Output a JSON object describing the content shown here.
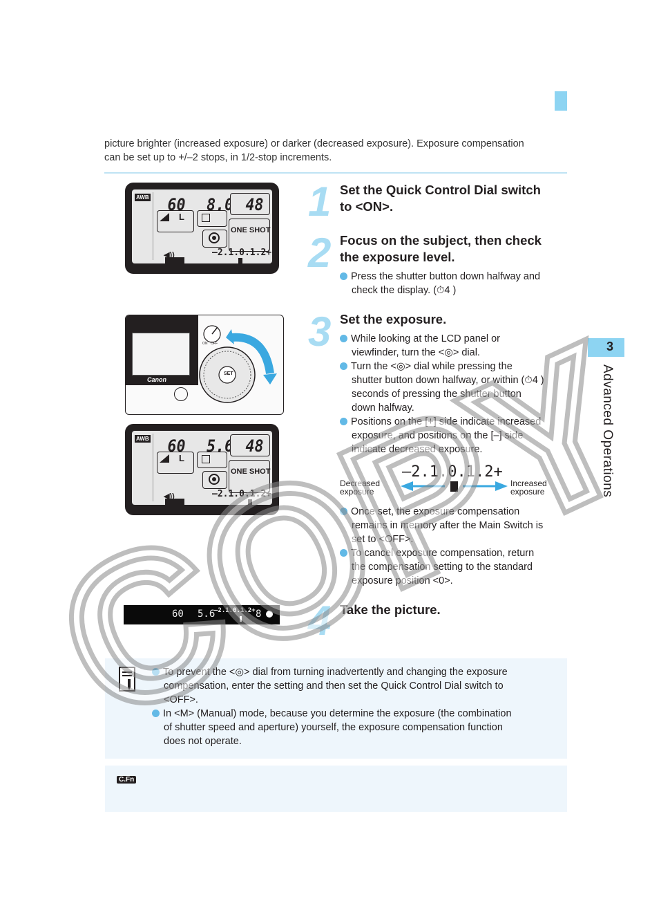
{
  "intro": {
    "line1": "picture brighter (increased exposure) or darker (decreased exposure). Exposure compensation",
    "line2": "can be set up to +/–2 stops, in 1/2-stop increments."
  },
  "steps": [
    {
      "num": "1",
      "title_l1": "Set the Quick Control Dial switch",
      "title_l2": "to <ON>."
    },
    {
      "num": "2",
      "title_l1": "Focus on the subject, then check",
      "title_l2": "the exposure level.",
      "bullets": [
        {
          "l1": "Press the shutter button down halfway and",
          "l2": "check the display. (⏱4 )"
        }
      ]
    },
    {
      "num": "3",
      "title_l1": "Set the exposure.",
      "bullets": [
        {
          "l1": "While looking at the LCD panel or",
          "l2": "viewfinder, turn the <◎> dial."
        },
        {
          "l1": "Turn the <◎>  dial while pressing the",
          "l2": "shutter button down halfway, or within (⏱4 )",
          "l3": "seconds of pressing the shutter button",
          "l4": "down halfway."
        },
        {
          "l1": "Positions on the [+] side indicate increased",
          "l2": "exposure, and positions on the [–] side",
          "l3": "indicate decreased exposure."
        }
      ]
    },
    {
      "num": "4",
      "title_l1": "Take the picture."
    }
  ],
  "scale_diagram": {
    "scale": "–2.1.0.1.2+",
    "decreased_l1": "Decreased",
    "decreased_l2": "exposure",
    "increased_l1": "Increased",
    "increased_l2": "exposure"
  },
  "step3_more": [
    {
      "l1": "Once set, the exposure compensation",
      "l2": "remains in memory after the Main Switch is",
      "l3": "set to <OFF>."
    },
    {
      "l1": "To cancel exposure compensation, return",
      "l2": "the compensation setting to the standard",
      "l3": "exposure position <0>."
    }
  ],
  "lcd1": {
    "awb": "AWB",
    "shutter": "60",
    "aperture": "8.0",
    "shots": "48",
    "quality": "L",
    "af": "ONE SHOT",
    "scale": "–2.1.0.1.2+"
  },
  "lcd2": {
    "awb": "AWB",
    "shutter": "60",
    "aperture": "5.6",
    "shots": "48",
    "quality": "L",
    "af": "ONE SHOT",
    "scale": "–2.1.0.1.2+"
  },
  "camera": {
    "brand": "Canon",
    "set": "SET",
    "on": "ON",
    "off": "OFF"
  },
  "viewfinder": {
    "shutter": "60",
    "aperture": "5.6",
    "scale": "–2.1.0.1.2+",
    "count": "8"
  },
  "note": {
    "b1_l1": "To prevent the <◎> dial from turning inadvertently and changing the exposure",
    "b1_l2": "compensation, enter the setting and then set the Quick Control Dial switch to",
    "b1_l3": "<OFF>.",
    "b2_l1": "In <M> (Manual) mode, because you determine the exposure (the combination",
    "b2_l2": "of shutter speed and aperture) yourself, the exposure compensation function",
    "b2_l3": "does not operate."
  },
  "cfn_label": "C.Fn",
  "side_tab": {
    "num": "3",
    "text": "Advanced Operations"
  },
  "watermark": "COPY",
  "colors": {
    "accent": "#8dd4f2",
    "bullet": "#62b9e6",
    "arrow": "#3aa8e0"
  }
}
